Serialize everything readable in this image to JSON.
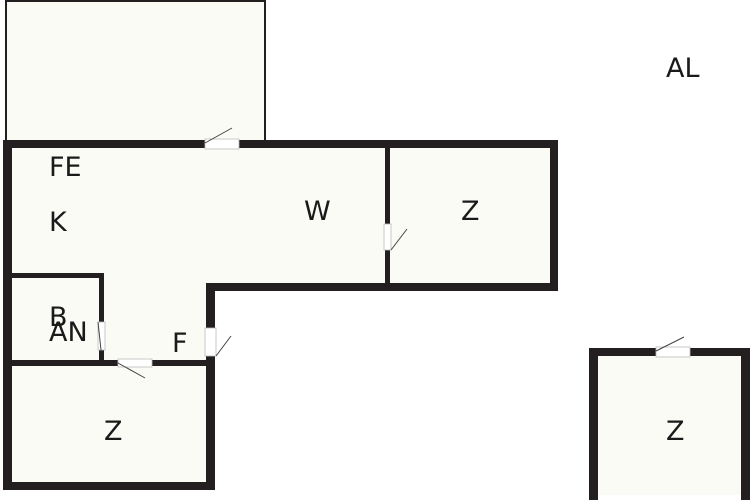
{
  "plan": {
    "rooms": {
      "fe": "FE",
      "k": "K",
      "w": "W",
      "z_right": "Z",
      "b": "B",
      "an": "AN",
      "f": "F",
      "z_bottom": "Z",
      "z_separate": "Z",
      "al": "AL"
    }
  }
}
